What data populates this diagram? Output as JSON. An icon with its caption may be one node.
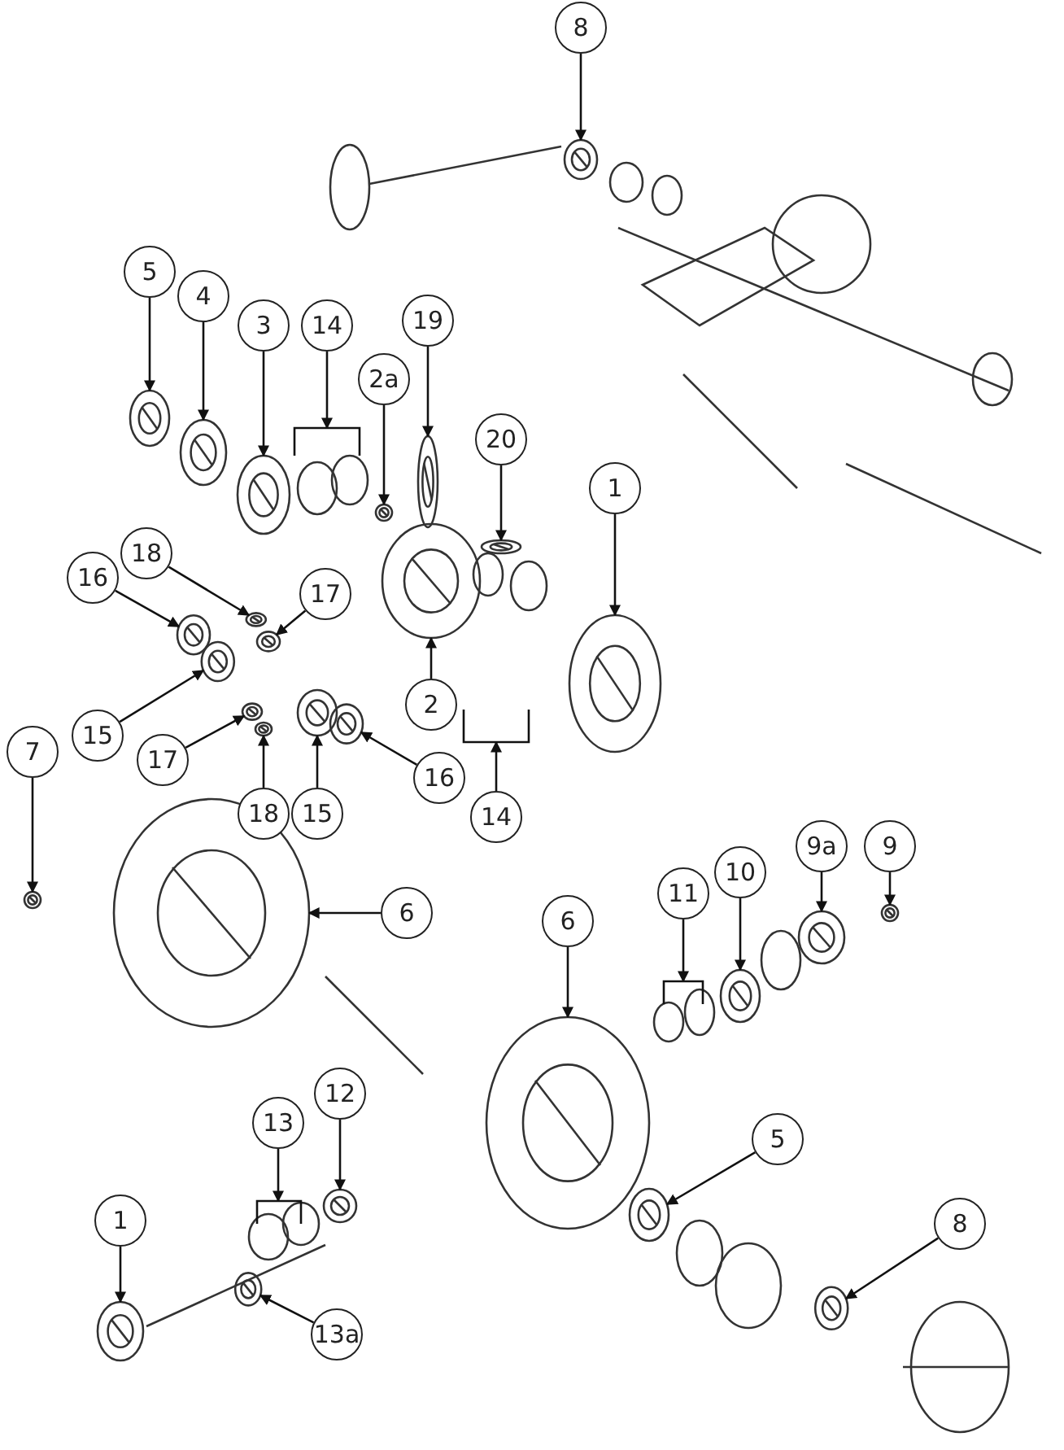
{
  "diagram": {
    "nodes": [
      {
        "text": [
          "8"
        ]
      },
      {
        "text": [
          "5"
        ]
      },
      {
        "text": [
          "4"
        ]
      },
      {
        "text": [
          "3"
        ]
      },
      {
        "text": [
          "14"
        ]
      },
      {
        "text": [
          "2a"
        ]
      },
      {
        "text": [
          "19"
        ]
      },
      {
        "text": [
          "20"
        ]
      },
      {
        "text": [
          "1"
        ]
      },
      {
        "text": [
          "18"
        ]
      },
      {
        "text": [
          "16"
        ]
      },
      {
        "text": [
          "17"
        ]
      },
      {
        "text": [
          "15"
        ]
      },
      {
        "text": [
          "17"
        ]
      },
      {
        "text": [
          "18"
        ]
      },
      {
        "text": [
          "15"
        ]
      },
      {
        "text": [
          "16"
        ]
      },
      {
        "text": [
          "2"
        ]
      },
      {
        "text": [
          "14"
        ]
      },
      {
        "text": [
          "7"
        ]
      },
      {
        "text": [
          "6"
        ]
      },
      {
        "text": [
          "6"
        ]
      },
      {
        "text": [
          "11"
        ]
      },
      {
        "text": [
          "10"
        ]
      },
      {
        "text": [
          "9a"
        ]
      },
      {
        "text": [
          "9"
        ]
      },
      {
        "text": [
          "12"
        ]
      },
      {
        "text": [
          "13"
        ]
      },
      {
        "text": [
          "5"
        ]
      },
      {
        "text": [
          "1"
        ]
      },
      {
        "text": [
          "13a"
        ]
      },
      {
        "text": [
          "8"
        ]
      },
      {
        "text": [],
        "shape": "picture"
      },
      {
        "text": [],
        "shape": "picture"
      },
      {
        "text": [],
        "shape": "picture"
      },
      {
        "text": [],
        "shape": "picture"
      },
      {
        "text": [],
        "shape": "bracket"
      },
      {
        "text": [],
        "shape": "picture"
      },
      {
        "text": [],
        "shape": "picture"
      },
      {
        "text": [],
        "shape": "picture"
      },
      {
        "text": [],
        "shape": "picture"
      },
      {
        "text": [],
        "shape": "picture"
      },
      {
        "text": [],
        "shape": "picture"
      },
      {
        "text": [],
        "shape": "picture"
      },
      {
        "text": [],
        "shape": "picture"
      },
      {
        "text": [],
        "shape": "picture"
      },
      {
        "text": [],
        "shape": "picture"
      },
      {
        "text": [],
        "shape": "picture"
      },
      {
        "text": [],
        "shape": "picture"
      },
      {
        "text": [],
        "shape": "picture"
      },
      {
        "text": [],
        "shape": "bracket"
      },
      {
        "text": [],
        "shape": "picture"
      },
      {
        "text": [],
        "shape": "picture"
      },
      {
        "text": [],
        "shape": "picture"
      },
      {
        "text": [],
        "shape": "bracket"
      },
      {
        "text": [],
        "shape": "picture"
      },
      {
        "text": [],
        "shape": "picture"
      },
      {
        "text": [],
        "shape": "picture"
      },
      {
        "text": [],
        "shape": "picture"
      },
      {
        "text": [],
        "shape": "bracket"
      },
      {
        "text": [],
        "shape": "picture"
      },
      {
        "text": [],
        "shape": "picture"
      },
      {
        "text": [],
        "shape": "picture"
      },
      {
        "text": [],
        "shape": "picture"
      }
    ],
    "edges": [
      {
        "from": 0,
        "to": 32,
        "arrow": "to"
      },
      {
        "from": 1,
        "to": 33,
        "arrow": "to"
      },
      {
        "from": 2,
        "to": 34,
        "arrow": "to"
      },
      {
        "from": 3,
        "to": 35,
        "arrow": "to"
      },
      {
        "from": 4,
        "to": 36,
        "arrow": "to"
      },
      {
        "from": 5,
        "to": 37,
        "arrow": "to"
      },
      {
        "from": 6,
        "to": 38,
        "arrow": "to"
      },
      {
        "from": 7,
        "to": 39,
        "arrow": "to"
      },
      {
        "from": 8,
        "to": 40,
        "arrow": "to"
      },
      {
        "from": 9,
        "to": 41,
        "arrow": "to"
      },
      {
        "from": 10,
        "to": 42,
        "arrow": "to"
      },
      {
        "from": 11,
        "to": 43,
        "arrow": "to"
      },
      {
        "from": 12,
        "to": 44,
        "arrow": "to"
      },
      {
        "from": 13,
        "to": 45,
        "arrow": "to"
      },
      {
        "from": 14,
        "to": 46,
        "arrow": "to"
      },
      {
        "from": 15,
        "to": 47,
        "arrow": "to"
      },
      {
        "from": 16,
        "to": 48,
        "arrow": "to"
      },
      {
        "from": 17,
        "to": 49,
        "arrow": "to"
      },
      {
        "from": 18,
        "to": 50,
        "arrow": "to"
      },
      {
        "from": 19,
        "to": 51,
        "arrow": "to"
      },
      {
        "from": 20,
        "to": 52,
        "arrow": "to"
      },
      {
        "from": 21,
        "to": 53,
        "arrow": "to"
      },
      {
        "from": 22,
        "to": 54,
        "arrow": "to"
      },
      {
        "from": 23,
        "to": 55,
        "arrow": "to"
      },
      {
        "from": 24,
        "to": 56,
        "arrow": "to"
      },
      {
        "from": 25,
        "to": 57,
        "arrow": "to"
      },
      {
        "from": 26,
        "to": 58,
        "arrow": "to"
      },
      {
        "from": 27,
        "to": 59,
        "arrow": "to"
      },
      {
        "from": 28,
        "to": 60,
        "arrow": "to"
      },
      {
        "from": 29,
        "to": 61,
        "arrow": "to"
      },
      {
        "from": 30,
        "to": 62,
        "arrow": "to"
      },
      {
        "from": 31,
        "to": 63,
        "arrow": "to"
      }
    ]
  }
}
